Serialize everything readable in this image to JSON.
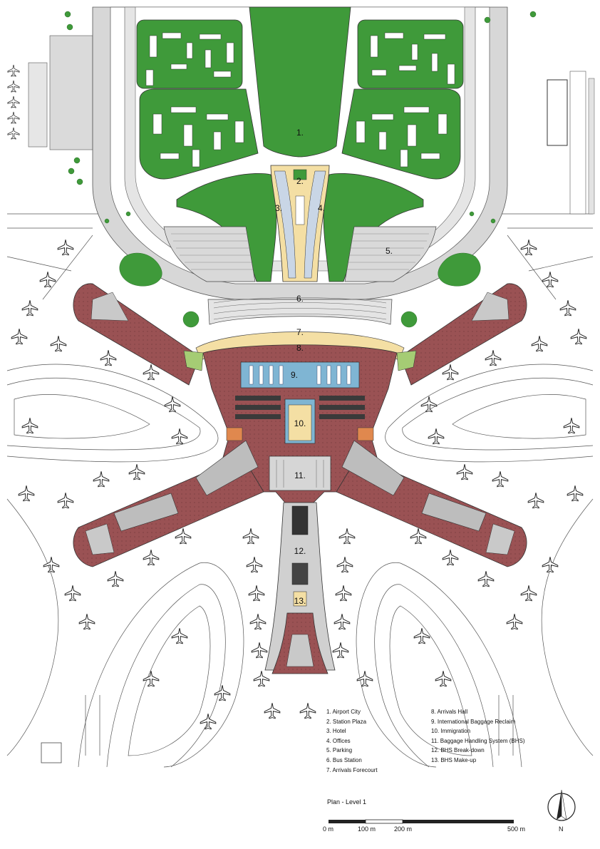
{
  "plan": {
    "caption": "Plan - Level 1",
    "map_labels": [
      "1.",
      "2.",
      "3.",
      "4.",
      "5.",
      "6.",
      "7.",
      "8.",
      "9.",
      "10.",
      "11.",
      "12.",
      "13."
    ],
    "legend": [
      "1. Airport City",
      "2. Station Plaza",
      "3. Hotel",
      "4. Offices",
      "5. Parking",
      "6. Bus Station",
      "7. Arrivals Forecourt",
      "8. Arrivals Hall",
      "9. International Baggage Reclaim",
      "10. Immigration",
      "11. Baggage Handling System (BHS)",
      "12. BHS Break-down",
      "13. BHS Make-up"
    ],
    "scale": {
      "labels": [
        "0 m",
        "100 m",
        "200 m",
        "500 m"
      ]
    },
    "north_label": "N"
  },
  "colors": {
    "green": "#3f9a3a",
    "light_green": "#a5cc74",
    "brick": "#9a5254",
    "pier_core": "#c9c9c9",
    "sand": "#f4dfa4",
    "blue": "#7fb5d3",
    "road_grey": "#d7d7d7"
  }
}
